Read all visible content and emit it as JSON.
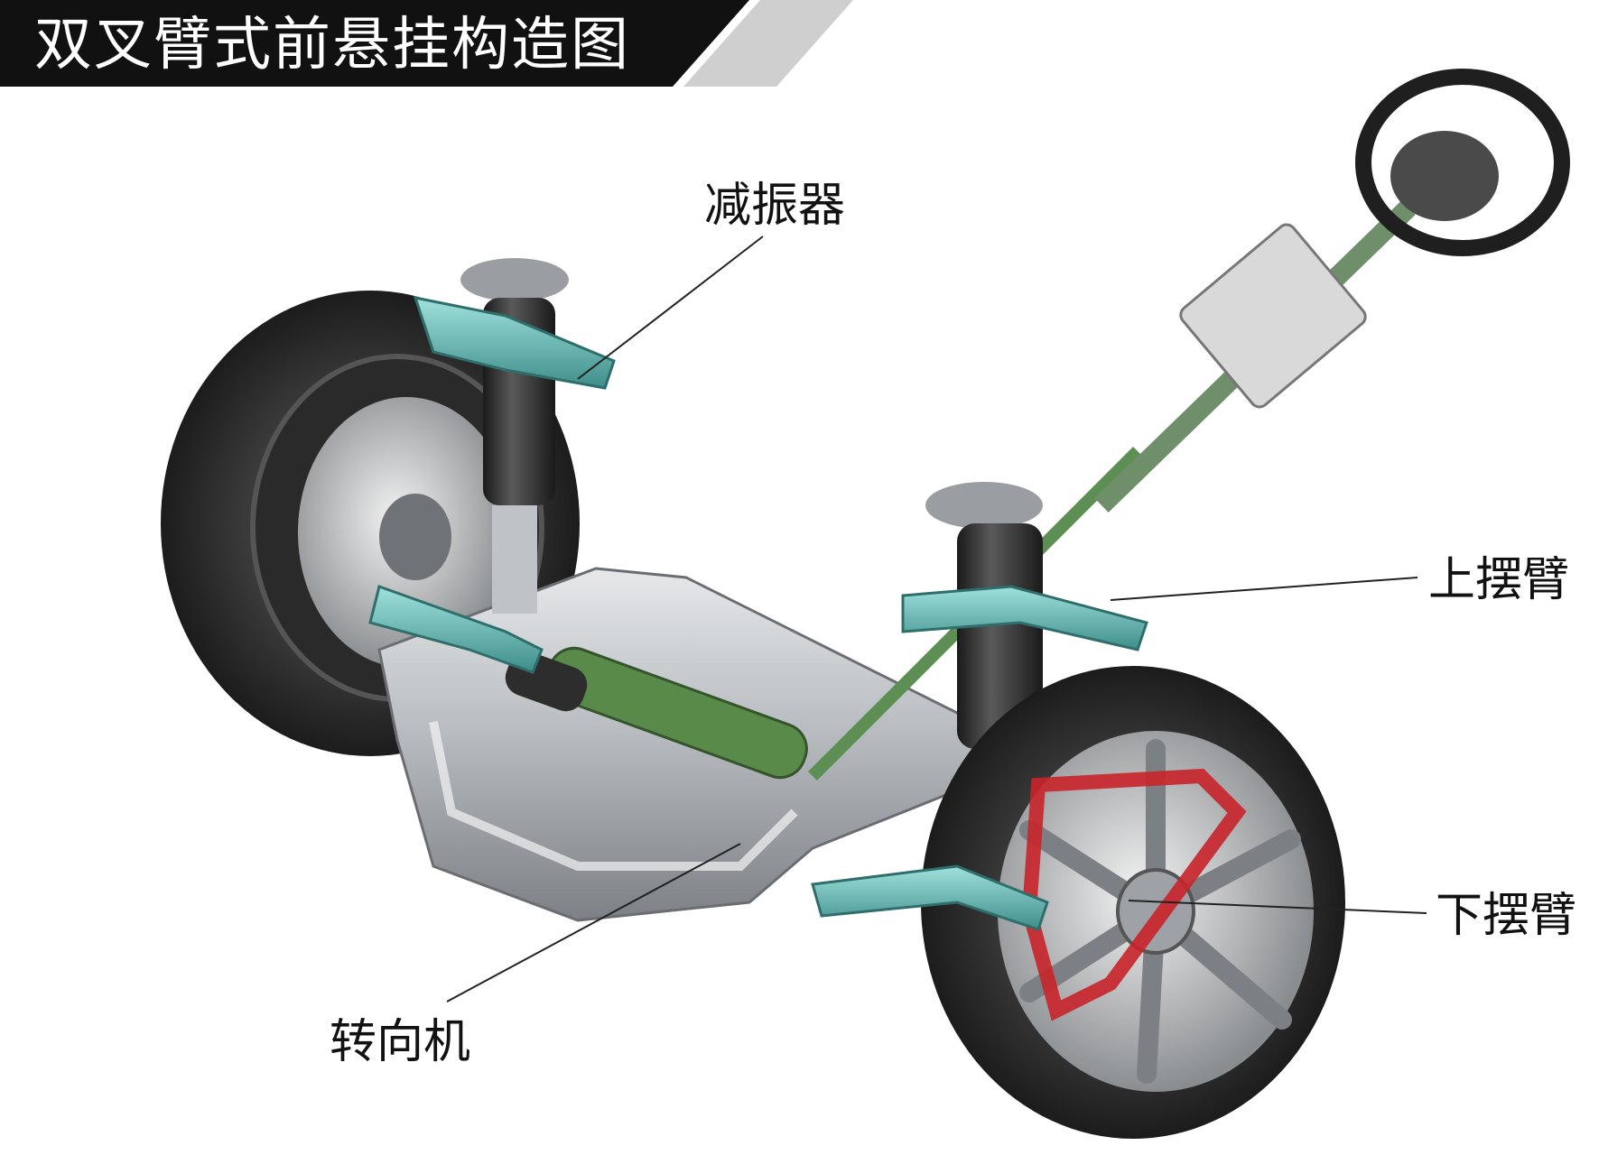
{
  "title": "双叉臂式前悬挂构造图",
  "labels": {
    "shock_absorber": "减振器",
    "upper_arm": "上摆臂",
    "lower_arm": "下摆臂",
    "steering_gear": "转向机"
  },
  "colors": {
    "banner": "#111111",
    "stripe": "#cfcfcf",
    "control_arm": "#5fb3b0",
    "tire": "#2b2b2b",
    "subframe": "#b9bcc0",
    "steering_rack": "#5a8a4a",
    "brake_caliper": "#c8242a"
  }
}
